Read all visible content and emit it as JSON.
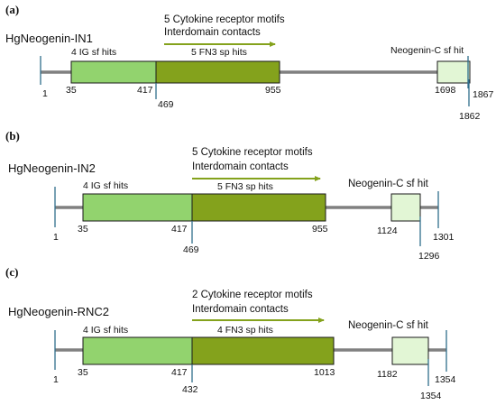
{
  "colors": {
    "backbone": "#808080",
    "ig_fill": "#92d36e",
    "fn3_fill": "#84a21c",
    "neo_fill": "#e2f6d5",
    "stroke": "#1a1a1a",
    "tick": "#2f6e8c",
    "arrow": "#84a21c"
  },
  "panels": [
    {
      "label": "(a)",
      "title": "HgNeogenin-IN1",
      "cytokine_text": "5 Cytokine receptor motifs",
      "interdomain_text": "Interdomain contacts",
      "ig_text": "4 IG sf hits",
      "fn3_text": "5 FN3 sp hits",
      "neo_text": "Neogenin-C sf hit",
      "positions": {
        "start": "1",
        "ig_start": "35",
        "ig_end": "417",
        "fn3_start": "469",
        "fn3_end": "955",
        "neo_start": "1698",
        "neo_end": "1862",
        "end": "1867"
      }
    },
    {
      "label": "(b)",
      "title": "HgNeogenin-IN2",
      "cytokine_text": "5 Cytokine receptor motifs",
      "interdomain_text": "Interdomain contacts",
      "ig_text": "4 IG sf hits",
      "fn3_text": "5 FN3 sp hits",
      "neo_text": "Neogenin-C sf hit",
      "positions": {
        "start": "1",
        "ig_start": "35",
        "ig_end": "417",
        "fn3_start": "469",
        "fn3_end": "955",
        "neo_start": "1124",
        "neo_end": "1296",
        "end": "1301"
      }
    },
    {
      "label": "(c)",
      "title": "HgNeogenin-RNC2",
      "cytokine_text": "2 Cytokine receptor motifs",
      "interdomain_text": "Interdomain contacts",
      "ig_text": "4 IG sf hits",
      "fn3_text": "4 FN3 sp hits",
      "neo_text": "Neogenin-C sf hit",
      "positions": {
        "start": "1",
        "ig_start": "35",
        "ig_end": "417",
        "fn3_start": "432",
        "fn3_end": "1013",
        "neo_start": "1182",
        "neo_end": "1354",
        "end": "1354"
      }
    }
  ]
}
